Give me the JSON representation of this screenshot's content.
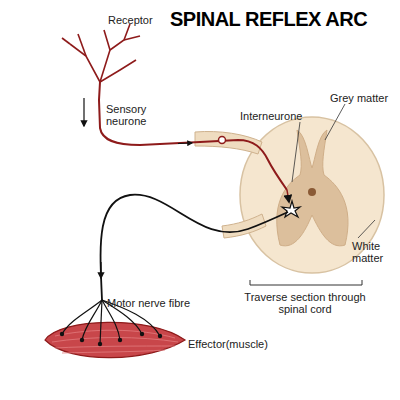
{
  "diagram": {
    "title": "SPINAL REFLEX ARC",
    "labels": [
      "Receptor",
      "Sensory neurone",
      "Interneurone",
      "Grey matter",
      "White matter",
      "Traverse section through spinal cord",
      "Motor nerve fibre",
      "Effector(muscle)"
    ]
  }
}
